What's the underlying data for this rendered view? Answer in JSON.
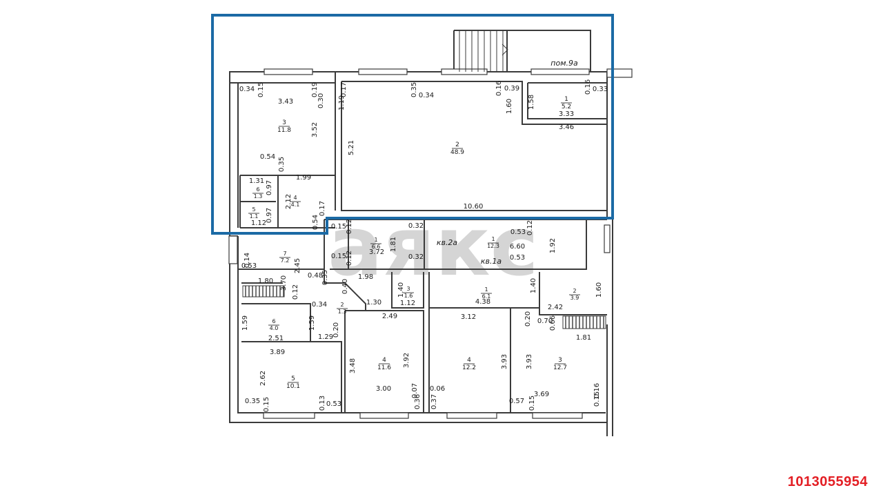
{
  "colors": {
    "highlight": "#1b6aa5",
    "listing_id": "#e31e24",
    "lines": "#3a3a3a",
    "watermark": "#c8c8c8"
  },
  "watermark_text": "аякс",
  "listing_id": "1013055954",
  "apartment_labels": [
    "пом.9а",
    "кв.2а",
    "кв.1а"
  ],
  "dimensions": [
    "0.34",
    "0.15",
    "3.43",
    "0.19",
    "0.30",
    "0.17",
    "1.19",
    "0.35",
    "0.34",
    "0.16",
    "0.39",
    "1.60",
    "1.58",
    "0.16",
    "0.33",
    "3.33",
    "3.46",
    "3.52",
    "5.21",
    "0.54",
    "0.35",
    "1.31",
    "1.99",
    "0.97",
    "2.12",
    "0.17",
    "0.97",
    "1.12",
    "0.54",
    "10.60",
    "0.15",
    "0.12",
    "0.32",
    "0.53",
    "0.12",
    "1.81",
    "3.72",
    "0.15",
    "0.12",
    "0.32",
    "6.60",
    "0.53",
    "1.92",
    "0.14",
    "0.53",
    "1.80",
    "3.70",
    "2.45",
    "0.48",
    "0.35",
    "0.40",
    "1.98",
    "1.40",
    "1.40",
    "1.60",
    "0.12",
    "0.34",
    "1.30",
    "1.12",
    "4.38",
    "2.42",
    "1.59",
    "1.59",
    "2.49",
    "3.12",
    "0.20",
    "0.70",
    "0.66",
    "2.51",
    "1.29",
    "0.20",
    "1.81",
    "3.89",
    "3.48",
    "3.92",
    "3.93",
    "3.93",
    "2.62",
    "3.00",
    "0.07",
    "0.06",
    "3.69",
    "0.16",
    "0.35",
    "0.15",
    "0.13",
    "0.53",
    "0.36",
    "0.37",
    "0.57",
    "0.15",
    "0.15"
  ],
  "rooms": [
    {
      "number": "3",
      "area": "11.8"
    },
    {
      "number": "2",
      "area": "48.9"
    },
    {
      "number": "1",
      "area": "5.2"
    },
    {
      "number": "6",
      "area": "1.3"
    },
    {
      "number": "5",
      "area": "1.1"
    },
    {
      "number": "4",
      "area": "4.1"
    },
    {
      "number": "1",
      "area": "6.6"
    },
    {
      "number": "1",
      "area": "12.3"
    },
    {
      "number": "7",
      "area": "7.2"
    },
    {
      "number": "3",
      "area": "1.6"
    },
    {
      "number": "1",
      "area": "6.1"
    },
    {
      "number": "2",
      "area": "3.9"
    },
    {
      "number": "2",
      "area": "1.3"
    },
    {
      "number": "6",
      "area": "4.0"
    },
    {
      "number": "5",
      "area": "10.1"
    },
    {
      "number": "4",
      "area": "11.6"
    },
    {
      "number": "4",
      "area": "12.2"
    },
    {
      "number": "3",
      "area": "12.7"
    }
  ]
}
